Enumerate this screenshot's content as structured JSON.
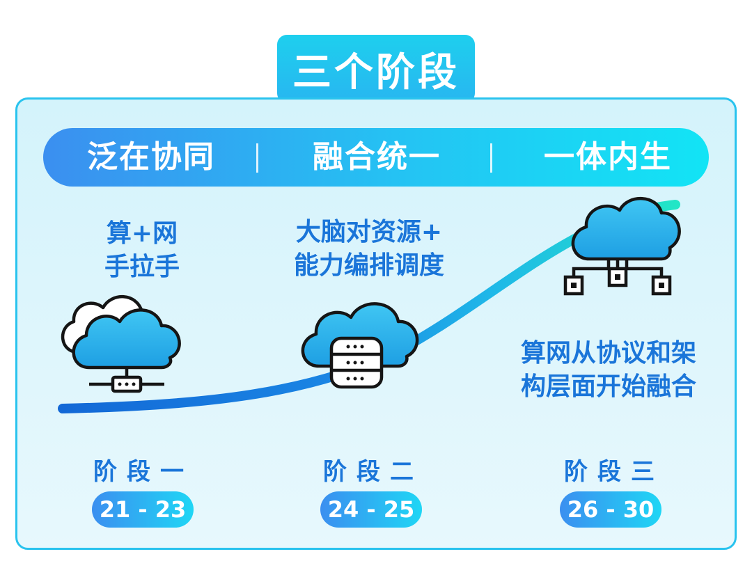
{
  "title": "三个阶段",
  "stages": [
    {
      "name": "泛在协同",
      "desc": [
        "算+网",
        "手拉手"
      ],
      "label": "阶段一",
      "years": "21 - 23"
    },
    {
      "name": "融合统一",
      "desc": [
        "大脑对资源+",
        "能力编排调度"
      ],
      "label": "阶段二",
      "years": "24 - 25"
    },
    {
      "name": "一体内生",
      "desc": [
        "算网从协议和架",
        "构层面开始融合"
      ],
      "label": "阶段三",
      "years": "26 - 30"
    }
  ],
  "icons": [
    "cloud-network-icon",
    "cloud-database-icon",
    "cloud-nodes-icon"
  ],
  "colors": {
    "accent_blue": "#1a75d9",
    "cyan": "#24c4f3",
    "teal": "#20e0c0",
    "cloud_fill": "#2bb3ea",
    "panel_bg": "#dff5fc"
  }
}
